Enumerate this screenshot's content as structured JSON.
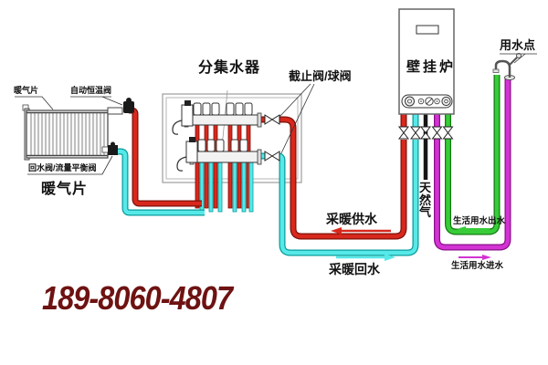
{
  "diagram": {
    "labels": {
      "radiator_small": "暖气片",
      "auto_thermostat_valve": "自动恒温阀",
      "return_flow_balance_valve": "回水阀/流量平衡阀",
      "radiator_large": "暖气片",
      "manifold": "分集水器",
      "stop_ball_valve": "截止阀/球阀",
      "wall_hung_boiler": "壁挂炉",
      "water_point": "用水点",
      "natural_gas": "天然气",
      "heating_supply": "采暖供水",
      "heating_return": "采暖回水",
      "domestic_water_out": "生活用水出水",
      "domestic_water_in": "生活用水进水"
    },
    "phone": "189-8060-4807",
    "colors": {
      "supply": "#d8281c",
      "supply_dark": "#7e100a",
      "return": "#57e8e8",
      "return_dark": "#0a9c9c",
      "dhw_in": "#d233d2",
      "dhw_in_dark": "#8a0f8a",
      "dhw_out": "#38cc38",
      "dhw_out_dark": "#127a12",
      "gas": "#161616",
      "phone_text": "#6e1212"
    }
  }
}
